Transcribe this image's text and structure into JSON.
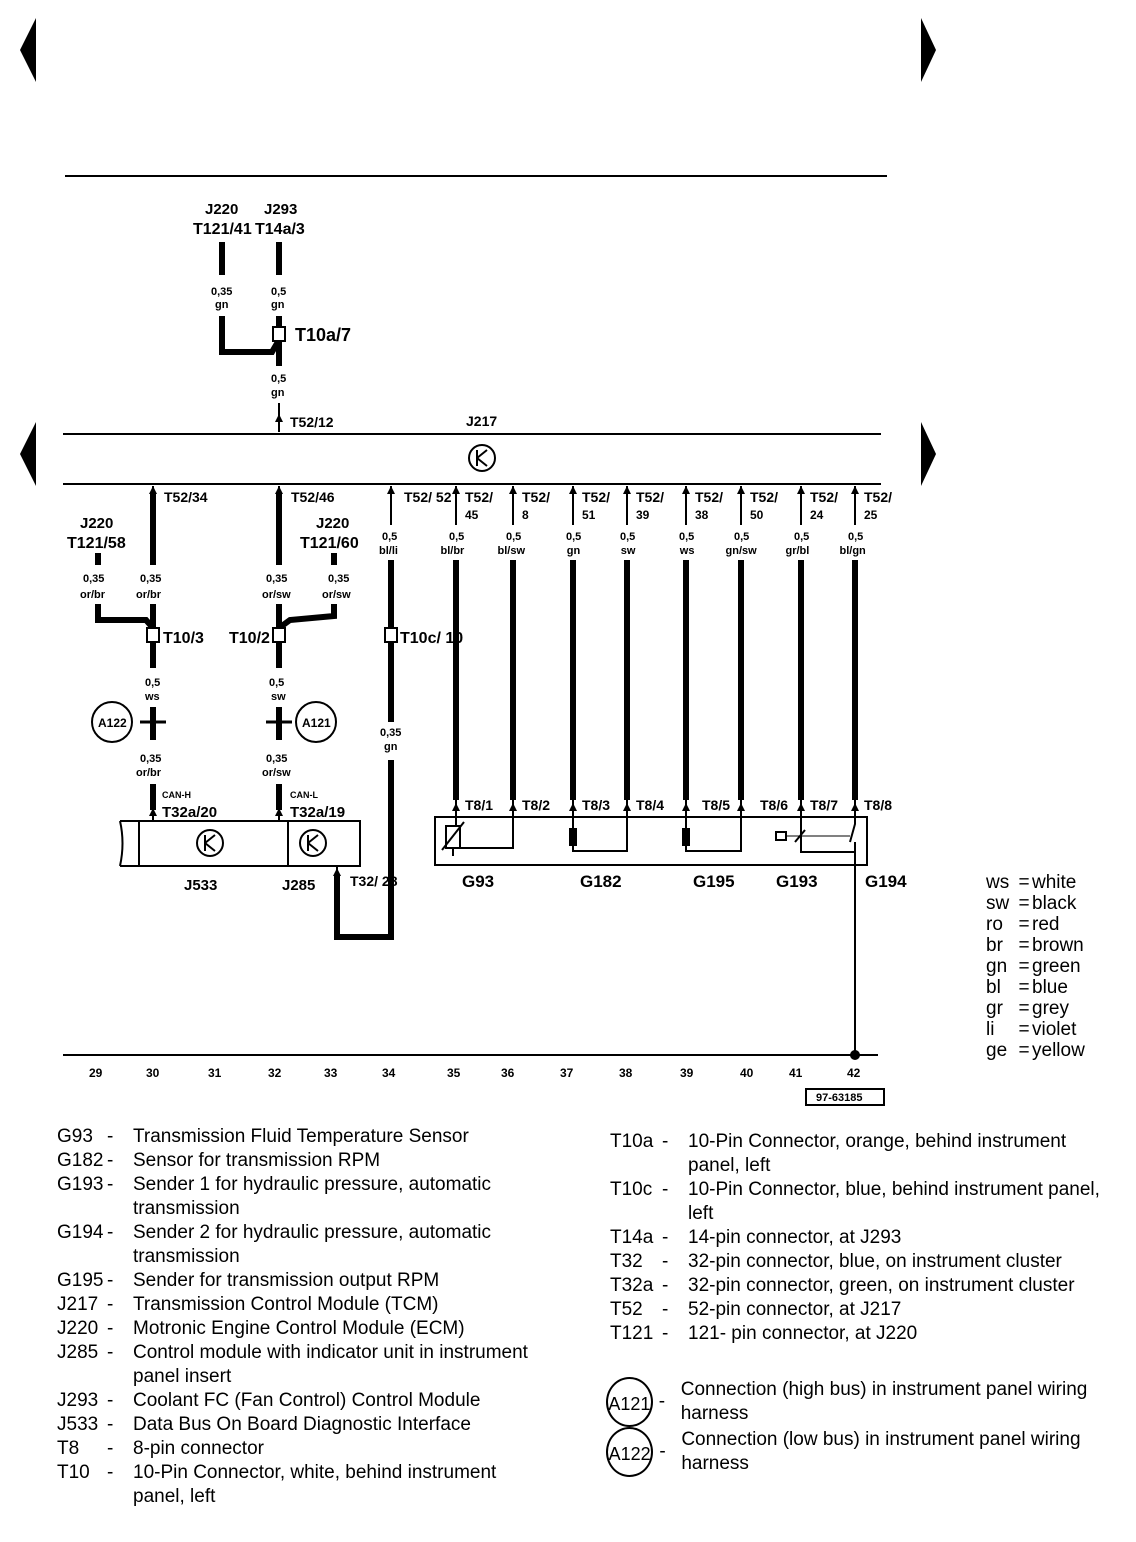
{
  "connectors_top": {
    "j220_ref": "J220",
    "j220_pin": "T121/41",
    "j293_ref": "J293",
    "j293_pin": "T14a/3",
    "w1": "0,35",
    "w1c": "gn",
    "w2": "0,5",
    "w2c": "gn",
    "t10a7": "T10a/7",
    "w3": "0,5",
    "w3c": "gn",
    "t5212": "T52/12"
  },
  "module": {
    "name": "J217"
  },
  "left_pins": {
    "t5234": "T52/34",
    "t5246": "T52/46",
    "j220a_ref": "J220",
    "j220a_pin": "T121/58",
    "j220b_ref": "J220",
    "j220b_pin": "T121/60",
    "wa1": "0,35",
    "wa1c": "or/br",
    "wa2": "0,35",
    "wa2c": "or/br",
    "wb1": "0,35",
    "wb1c": "or/sw",
    "wb2": "0,35",
    "wb2c": "or/sw",
    "t103": "T10/3",
    "t102": "T10/2",
    "wa3": "0,5",
    "wa3c": "ws",
    "wb3": "0,5",
    "wb3c": "sw",
    "a122": "A122",
    "a121": "A121",
    "wa4": "0,35",
    "wa4c": "or/br",
    "wb4": "0,35",
    "wb4c": "or/sw",
    "canh": "CAN-H",
    "canl": "CAN-L",
    "t32a20": "T32a/20",
    "t32a19": "T32a/19",
    "j533": "J533",
    "j285": "J285",
    "t3228": "T32/ 28",
    "t5252": "T52/ 52",
    "wc1": "0,5",
    "wc1c": "bl/li",
    "t10c": "T10c/ 10",
    "wc2": "0,35",
    "wc2c": "gn"
  },
  "right_pins": [
    {
      "pin": "T52/ 45",
      "gauge": "0,5",
      "color": "bl/br",
      "t8": "T8/1"
    },
    {
      "pin": "T52/ 8",
      "gauge": "0,5",
      "color": "bl/sw",
      "t8": "T8/2"
    },
    {
      "pin": "T52/ 51",
      "gauge": "0,5",
      "color": "gn",
      "t8": "T8/3"
    },
    {
      "pin": "T52/ 39",
      "gauge": "0,5",
      "color": "sw",
      "t8": "T8/4"
    },
    {
      "pin": "T52/ 38",
      "gauge": "0,5",
      "color": "ws",
      "t8": "T8/5"
    },
    {
      "pin": "T52/ 50",
      "gauge": "0,5",
      "color": "gn/sw",
      "t8": "T8/6"
    },
    {
      "pin": "T52/ 24",
      "gauge": "0,5",
      "color": "gr/bl",
      "t8": "T8/7"
    },
    {
      "pin": "T52/ 25",
      "gauge": "0,5",
      "color": "bl/gn",
      "t8": "T8/8"
    }
  ],
  "sensors": [
    "G93",
    "G182",
    "G195",
    "G193",
    "G194"
  ],
  "ground_numbers": [
    "29",
    "30",
    "31",
    "32",
    "33",
    "34",
    "35",
    "36",
    "37",
    "38",
    "39",
    "40",
    "41",
    "42"
  ],
  "figure_id": "97-63185",
  "color_legend": [
    {
      "code": "ws",
      "name": "white"
    },
    {
      "code": "sw",
      "name": "black"
    },
    {
      "code": "ro",
      "name": "red"
    },
    {
      "code": "br",
      "name": "brown"
    },
    {
      "code": "gn",
      "name": "green"
    },
    {
      "code": "bl",
      "name": "blue"
    },
    {
      "code": "gr",
      "name": "grey"
    },
    {
      "code": "li",
      "name": "violet"
    },
    {
      "code": "ge",
      "name": "yellow"
    }
  ],
  "components_left": [
    {
      "code": "G93",
      "desc": "Transmission Fluid Temperature Sensor"
    },
    {
      "code": "G182",
      "desc": "Sensor for transmission RPM"
    },
    {
      "code": "G193",
      "desc": "Sender 1 for hydraulic pressure, automatic transmission"
    },
    {
      "code": "G194",
      "desc": "Sender 2 for hydraulic pressure, automatic transmission"
    },
    {
      "code": "G195",
      "desc": "Sender for transmission output RPM"
    },
    {
      "code": "J217",
      "desc": "Transmission Control Module (TCM)"
    },
    {
      "code": "J220",
      "desc": "Motronic Engine Control Module (ECM)"
    },
    {
      "code": "J285",
      "desc": "Control module with indicator unit in instrument panel insert"
    },
    {
      "code": "J293",
      "desc": "Coolant FC (Fan Control) Control Module"
    },
    {
      "code": "J533",
      "desc": "Data Bus On Board Diagnostic Interface"
    },
    {
      "code": "T8",
      "desc": "8-pin connector"
    },
    {
      "code": "T10",
      "desc": "10-Pin Connector, white, behind instrument panel, left"
    }
  ],
  "components_right": [
    {
      "code": "T10a",
      "desc": "10-Pin Connector, orange, behind instrument panel, left"
    },
    {
      "code": "T10c",
      "desc": "10-Pin Connector, blue, behind instrument panel, left"
    },
    {
      "code": "T14a",
      "desc": "14-pin connector, at J293"
    },
    {
      "code": "T32",
      "desc": "32-pin connector, blue, on instrument cluster"
    },
    {
      "code": "T32a",
      "desc": "32-pin connector, green, on instrument cluster"
    },
    {
      "code": "T52",
      "desc": "52-pin connector, at J217"
    },
    {
      "code": "T121",
      "desc": "121- pin connector, at J220"
    }
  ],
  "connections": [
    {
      "code": "A121",
      "desc": "Connection (high bus) in instrument panel wiring harness"
    },
    {
      "code": "A122",
      "desc": "Connection (low bus) in instrument panel wiring harness"
    }
  ]
}
